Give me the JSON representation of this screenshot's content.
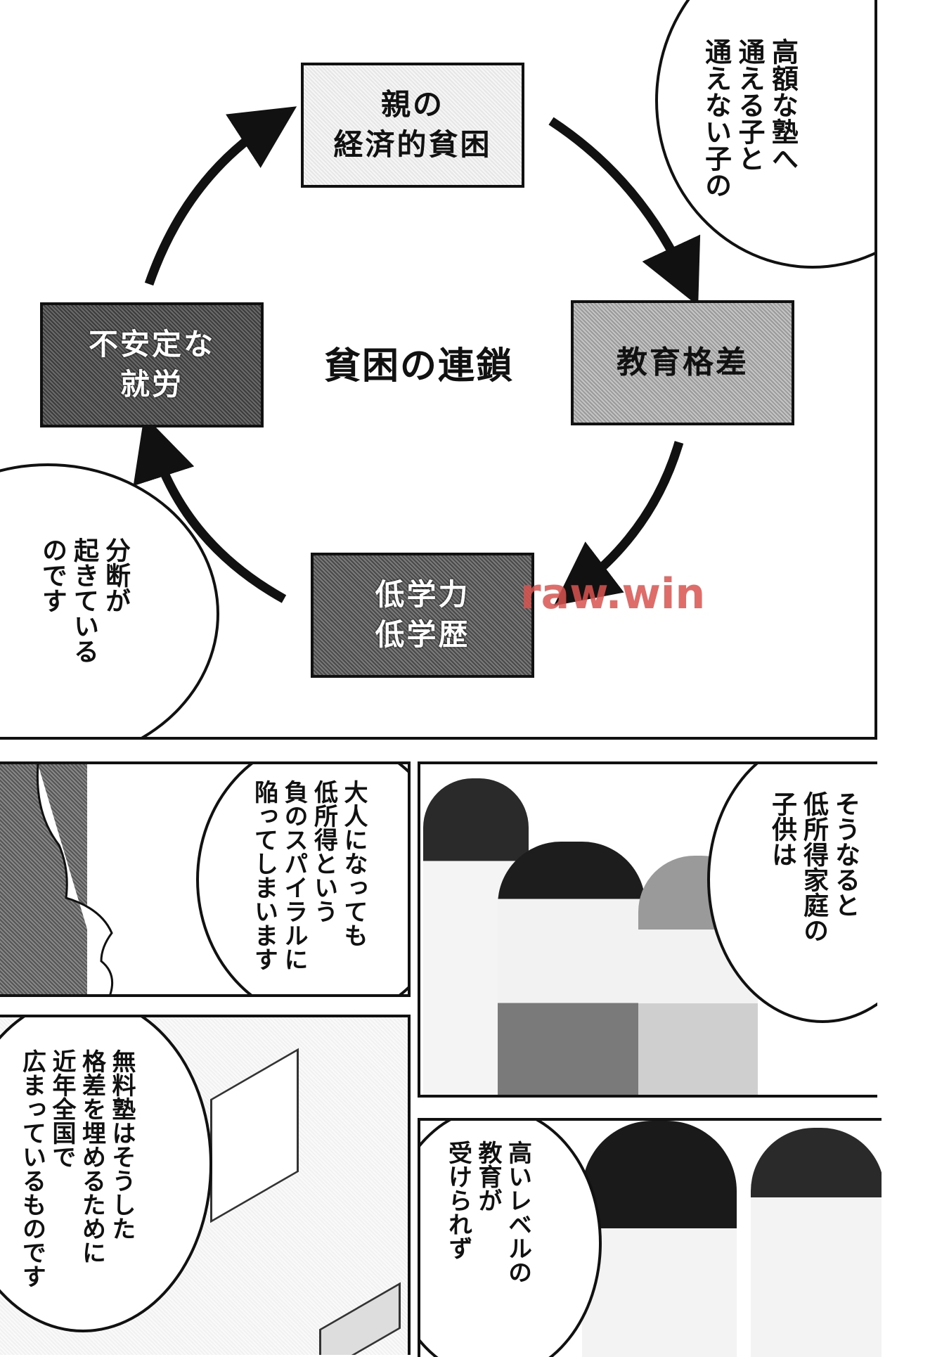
{
  "diagram": {
    "title": "貧困の連鎖",
    "nodes": [
      {
        "id": "parents",
        "lines": [
          "親の",
          "経済的貧困"
        ]
      },
      {
        "id": "education",
        "lines": [
          "教育格差"
        ]
      },
      {
        "id": "achievement",
        "lines": [
          "低学力",
          "低学歴"
        ]
      },
      {
        "id": "employment",
        "lines": [
          "不安定な",
          "就労"
        ]
      }
    ]
  },
  "watermark": "raw.win",
  "balloons": {
    "top_right": [
      "高額な塾へ",
      "通える子と",
      "通えない子の"
    ],
    "left_mid": [
      "分断が",
      "起きている",
      "のです"
    ],
    "panel2": [
      "大人になっても",
      "低所得という",
      "負のスパイラルに",
      "陥ってしまいます"
    ],
    "panel3": [
      "そうなると",
      "低所得家庭の",
      "子供は"
    ],
    "panel4": [
      "無料塾はそうした",
      "格差を埋めるために",
      "近年全国で",
      "広まっているものです"
    ],
    "panel5": [
      "高いレベルの",
      "教育が",
      "受けられず"
    ]
  }
}
